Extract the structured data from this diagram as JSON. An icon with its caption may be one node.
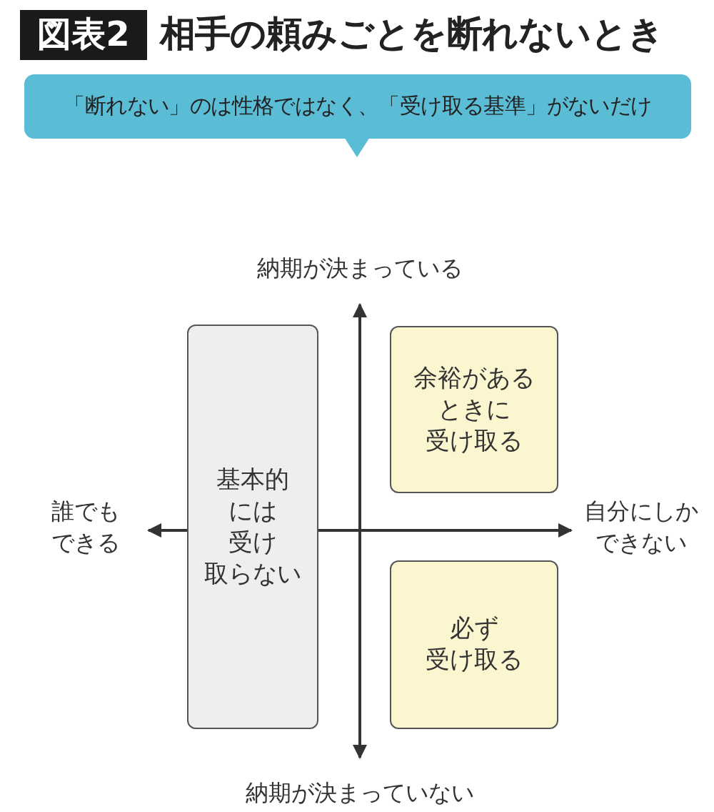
{
  "diagram": {
    "title": "相手の頼みごとを断れないとき",
    "nodes": [
      {
        "text": [
          "「断れない」のは性格ではなく、「受け取る基準」がないだけ"
        ]
      },
      {
        "text": [
          "基本的には受け取らない"
        ]
      },
      {
        "text": [
          "余裕があるときに受け取る"
        ]
      },
      {
        "text": [
          "必ず受け取る"
        ]
      }
    ],
    "labels": [
      "図表2",
      "納期が決まっている",
      "誰でもできる",
      "自分にしかできない",
      "納期が決まっていない"
    ]
  }
}
